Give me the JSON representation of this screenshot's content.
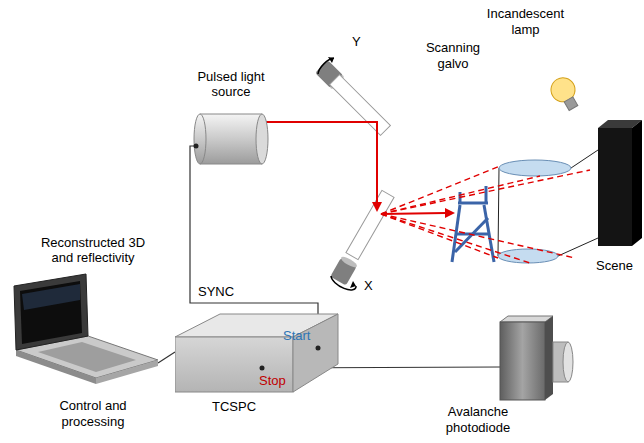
{
  "diagram": {
    "nodes": [
      {
        "text": [
          "Pulsed light source"
        ]
      },
      {
        "text": [
          "Reconstructed 3D and reflectivity",
          "Control and processing"
        ]
      },
      {
        "text": [
          "Start",
          "Stop",
          "TCSPC"
        ]
      },
      {
        "text": [
          "Avalanche photodiode"
        ]
      }
    ],
    "edges": [
      {
        "from": 0,
        "to": 2,
        "label": "SYNC",
        "arrow": "none"
      },
      {
        "from": 3,
        "to": 2,
        "arrow": "none"
      },
      {
        "from": 1,
        "to": 2,
        "arrow": "none"
      }
    ],
    "labels": [
      "Incandescent lamp",
      "Y",
      "Scanning galvo",
      "X",
      "Scene"
    ]
  }
}
